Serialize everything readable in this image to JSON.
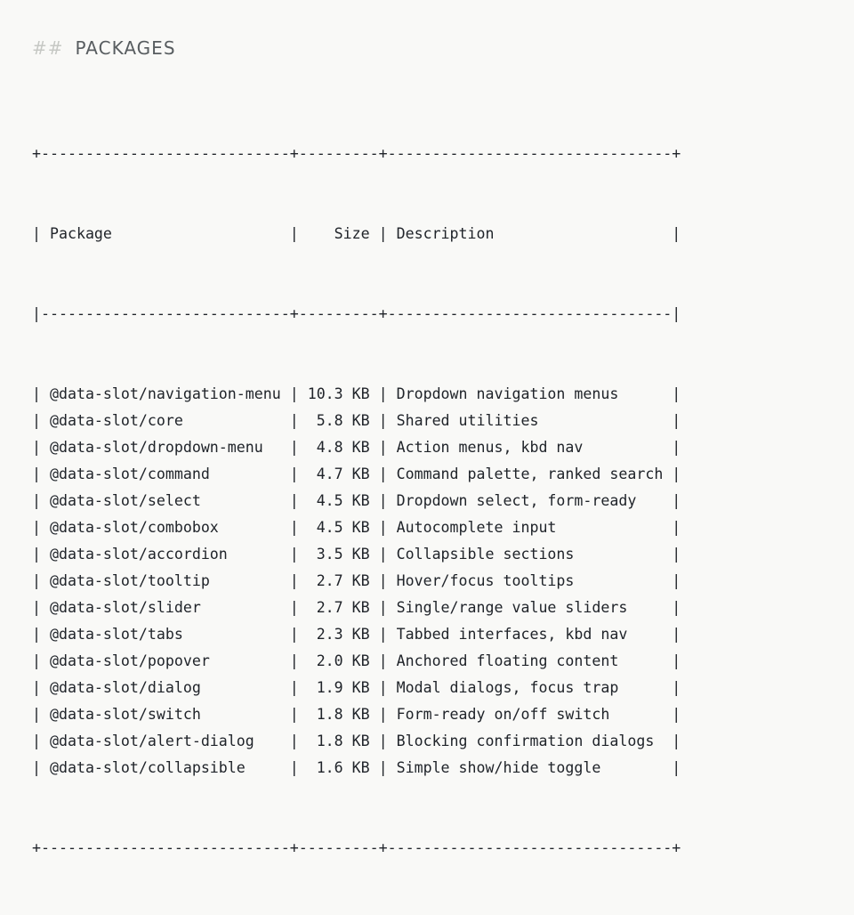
{
  "heading": {
    "marker": "##",
    "text": "PACKAGES"
  },
  "colors": {
    "background": "#f9f9f7",
    "text": "#20242a",
    "heading_marker": "#c6c8c4",
    "heading_text": "#585d60"
  },
  "table": {
    "type": "ascii-table",
    "columns": [
      {
        "key": "package",
        "header": "Package",
        "width": 26,
        "align": "left"
      },
      {
        "key": "size",
        "header": "Size",
        "width": 7,
        "align": "right"
      },
      {
        "key": "description",
        "header": "Description",
        "width": 30,
        "align": "left"
      }
    ],
    "border_chars": {
      "corner": "+",
      "horizontal": "-",
      "vertical": "|"
    },
    "rows": [
      {
        "package": "@data-slot/navigation-menu",
        "size": "10.3 KB",
        "description": "Dropdown navigation menus"
      },
      {
        "package": "@data-slot/core",
        "size": "5.8 KB",
        "description": "Shared utilities"
      },
      {
        "package": "@data-slot/dropdown-menu",
        "size": "4.8 KB",
        "description": "Action menus, kbd nav"
      },
      {
        "package": "@data-slot/command",
        "size": "4.7 KB",
        "description": "Command palette, ranked search"
      },
      {
        "package": "@data-slot/select",
        "size": "4.5 KB",
        "description": "Dropdown select, form-ready"
      },
      {
        "package": "@data-slot/combobox",
        "size": "4.5 KB",
        "description": "Autocomplete input"
      },
      {
        "package": "@data-slot/accordion",
        "size": "3.5 KB",
        "description": "Collapsible sections"
      },
      {
        "package": "@data-slot/tooltip",
        "size": "2.7 KB",
        "description": "Hover/focus tooltips"
      },
      {
        "package": "@data-slot/slider",
        "size": "2.7 KB",
        "description": "Single/range value sliders"
      },
      {
        "package": "@data-slot/tabs",
        "size": "2.3 KB",
        "description": "Tabbed interfaces, kbd nav"
      },
      {
        "package": "@data-slot/popover",
        "size": "2.0 KB",
        "description": "Anchored floating content"
      },
      {
        "package": "@data-slot/dialog",
        "size": "1.9 KB",
        "description": "Modal dialogs, focus trap"
      },
      {
        "package": "@data-slot/switch",
        "size": "1.8 KB",
        "description": "Form-ready on/off switch"
      },
      {
        "package": "@data-slot/alert-dialog",
        "size": "1.8 KB",
        "description": "Blocking confirmation dialogs"
      },
      {
        "package": "@data-slot/collapsible",
        "size": "1.6 KB",
        "description": "Simple show/hide toggle"
      }
    ]
  }
}
